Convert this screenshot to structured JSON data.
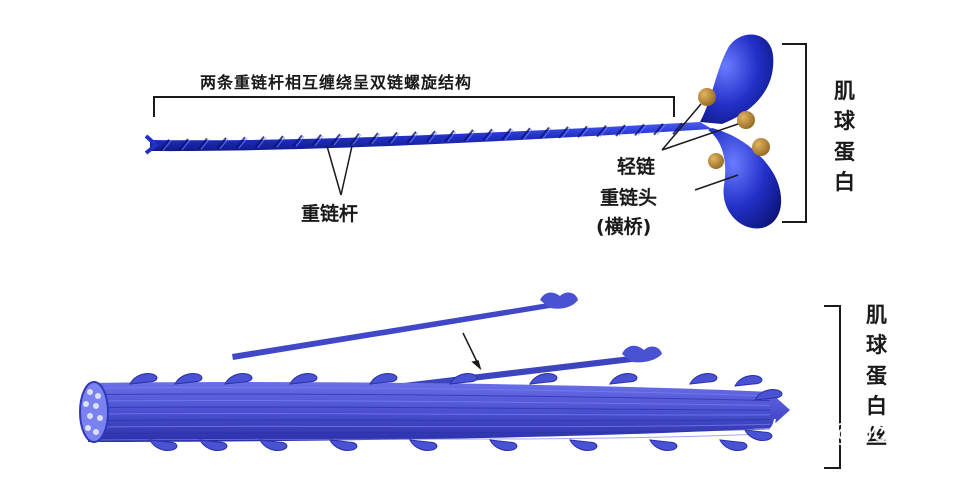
{
  "top": {
    "helix_caption": "两条重链杆相互缠绕呈双链螺旋结构",
    "heavy_chain_rod": "重链杆",
    "light_chain": "轻链",
    "heavy_chain_head": "重链头",
    "cross_bridge": "(横桥)",
    "side_label_chars": [
      "肌",
      "球",
      "蛋",
      "白"
    ]
  },
  "bottom": {
    "side_label_chars": [
      "肌",
      "球",
      "蛋",
      "白",
      "丝"
    ]
  },
  "watermark": "知乎 @popo",
  "colors": {
    "myosin_blue": "#2230c8",
    "myosin_dark": "#101a8a",
    "myosin_light": "#4a5cf0",
    "filament_blue": "#5058d8",
    "light_chain_gold": "#b8862e",
    "line": "#1a1a1a"
  }
}
